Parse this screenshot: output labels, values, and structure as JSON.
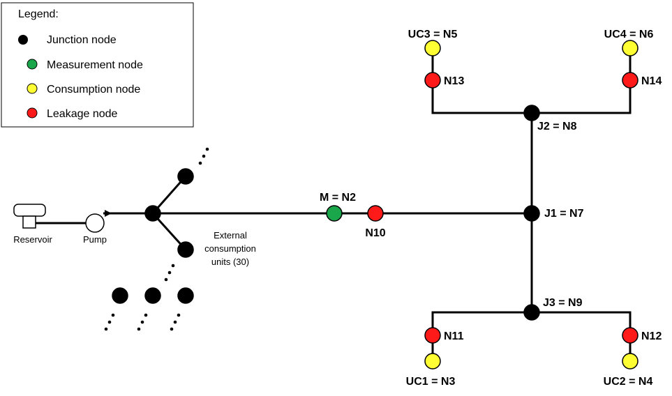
{
  "legend": {
    "title": "Legend:",
    "items": [
      {
        "label": "Junction node",
        "color": "#000000"
      },
      {
        "label": "Measurement node",
        "color": "#1aa64a"
      },
      {
        "label": "Consumption node",
        "color": "#ffff33"
      },
      {
        "label": "Leakage node",
        "color": "#ff1a1a"
      }
    ]
  },
  "colors": {
    "junction": "#000000",
    "measurement": "#1aa64a",
    "consumption": "#ffff33",
    "leakage": "#ff1a1a"
  },
  "source": {
    "reservoir_label": "Reservoir",
    "pump_label": "Pump"
  },
  "external": {
    "label_line1": "External",
    "label_line2": "consumption",
    "label_line3": "units (30)"
  },
  "nodes": {
    "m": "M = N2",
    "n10": "N10",
    "j1": "J1 = N7",
    "j2": "J2 = N8",
    "j3": "J3 = N9",
    "uc1": "UC1 = N3",
    "uc2": "UC2 = N4",
    "uc3": "UC3 = N5",
    "uc4": "UC4 = N6",
    "n11": "N11",
    "n12": "N12",
    "n13": "N13",
    "n14": "N14"
  }
}
